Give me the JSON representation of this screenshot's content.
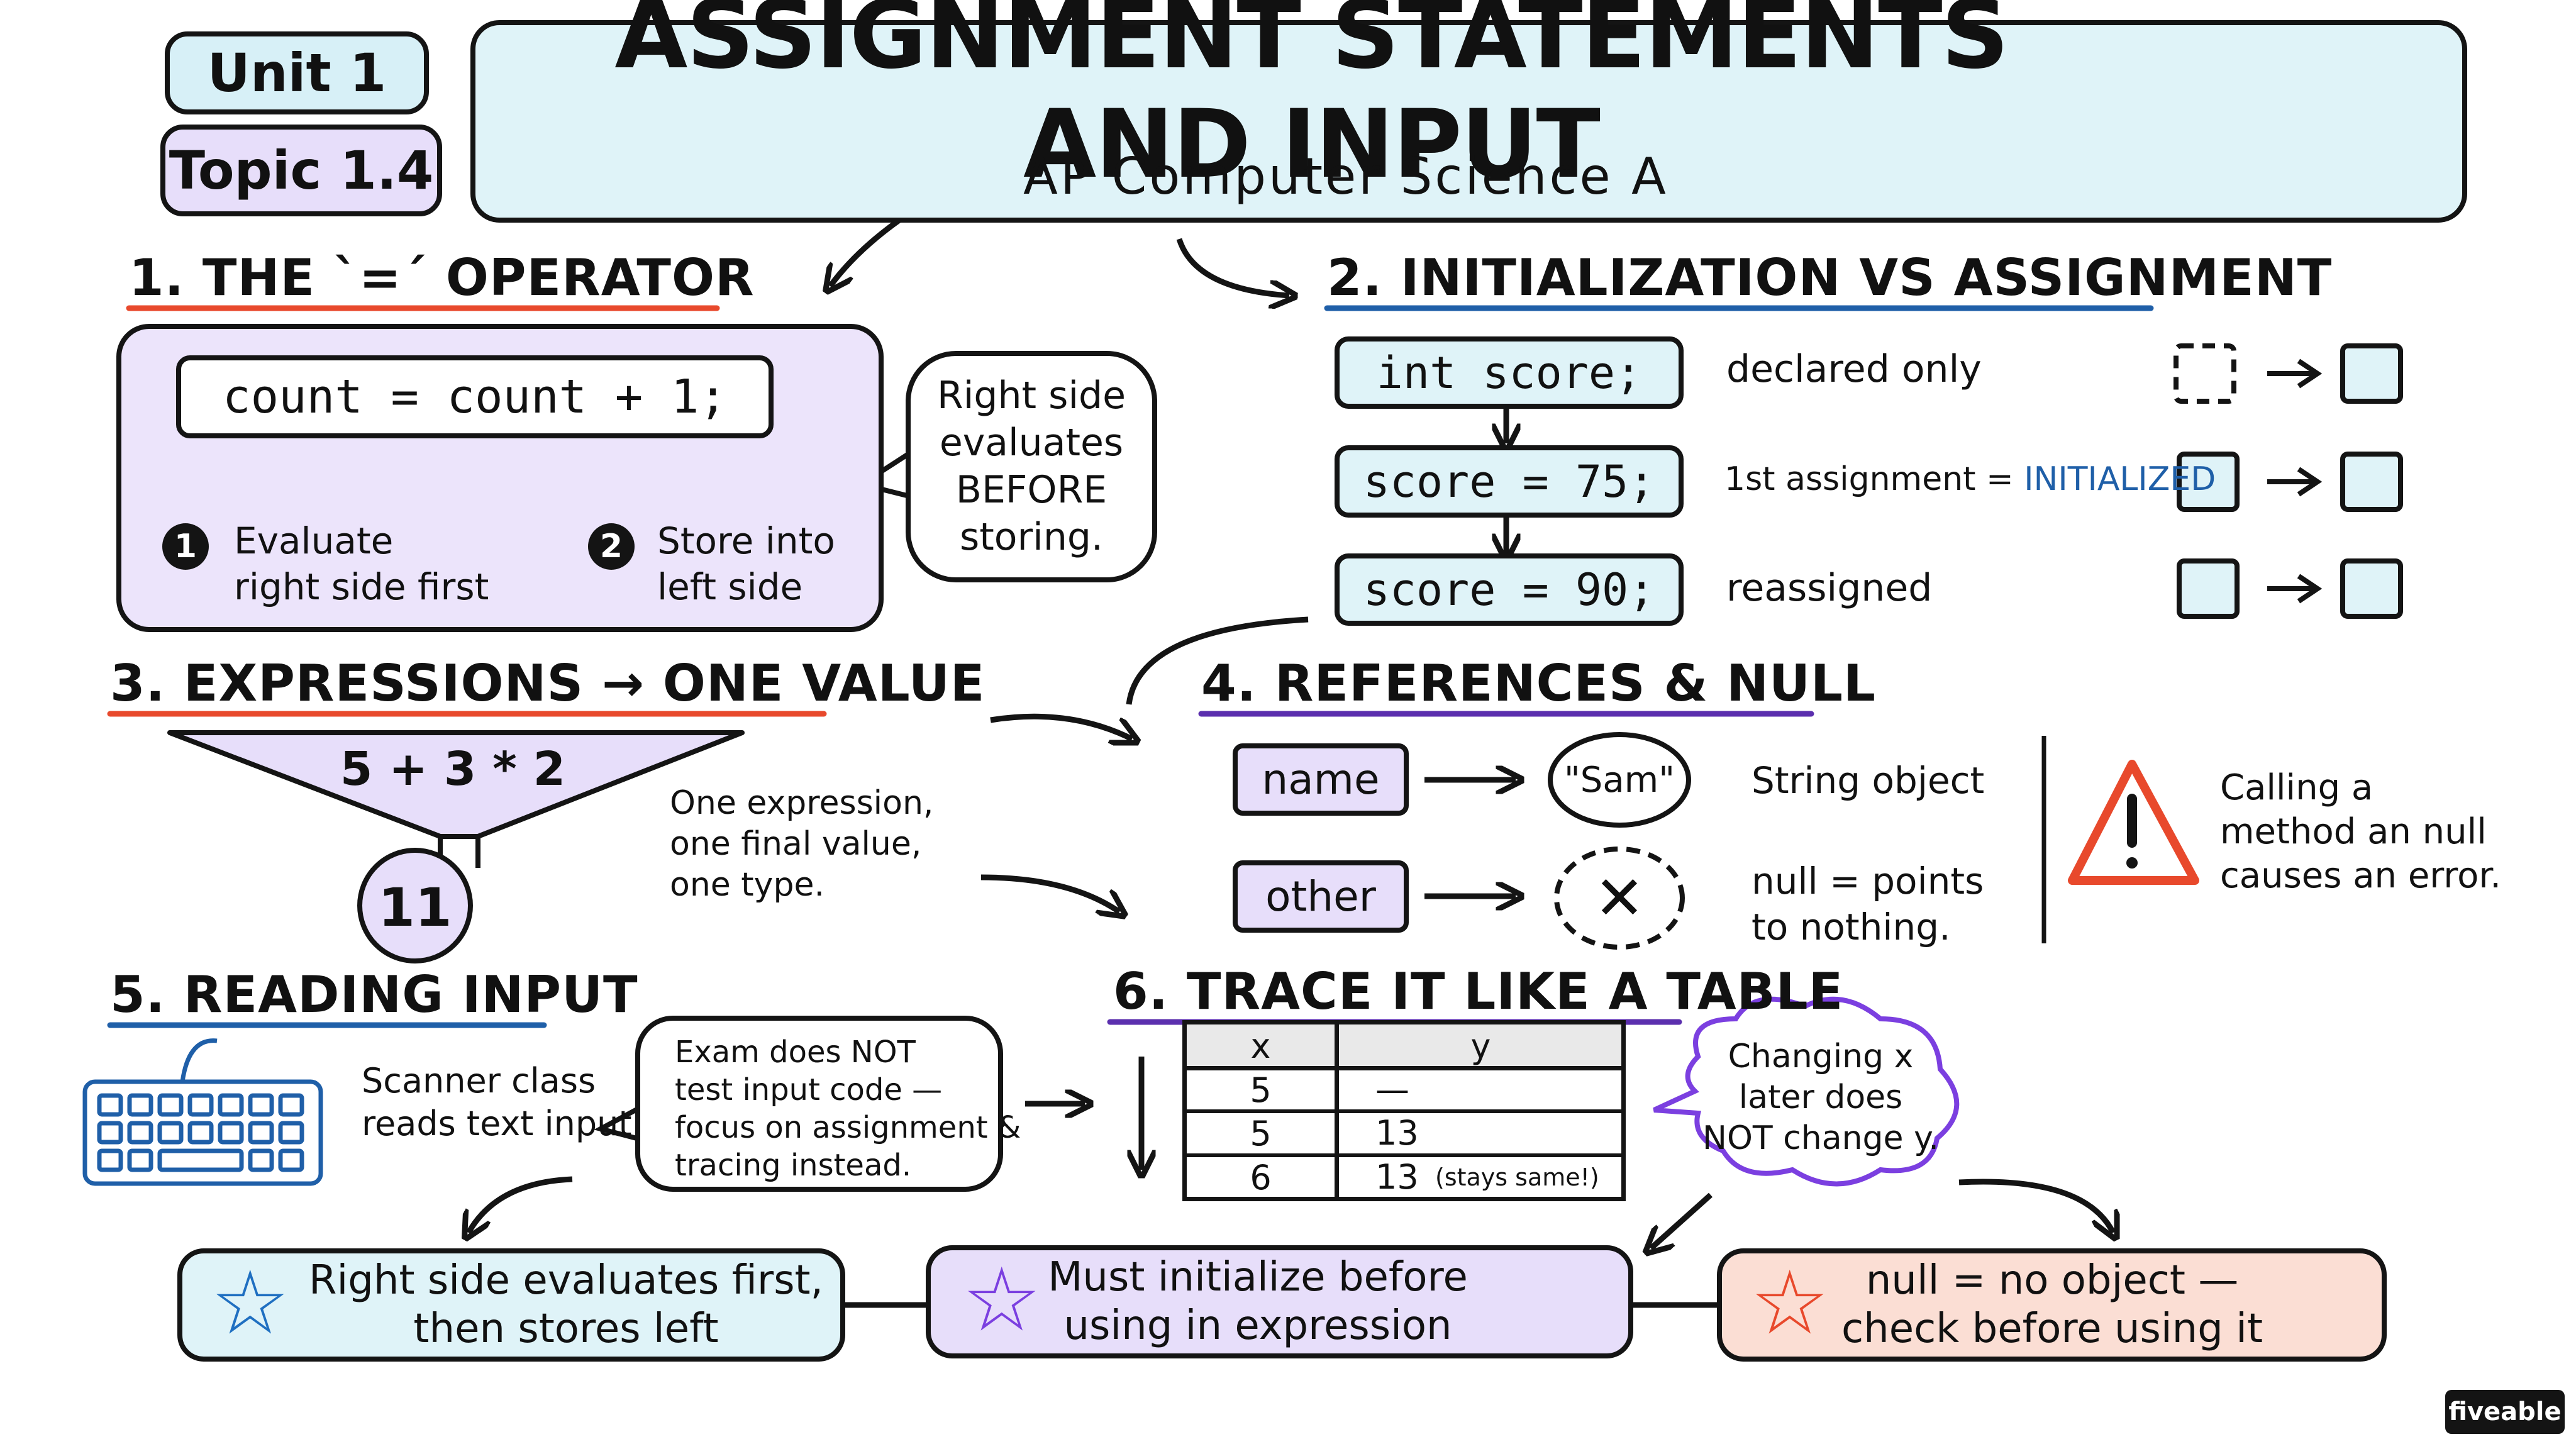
{
  "header": {
    "unit_tag": "Unit 1",
    "topic_tag": "Topic 1.4",
    "title": "ASSIGNMENT STATEMENTS AND INPUT",
    "subtitle": "AP Computer Science A",
    "icon": "input-arrow-icon"
  },
  "sections": {
    "s1": {
      "heading": "1. THE `=´ OPERATOR",
      "code": "count = count + 1;",
      "step1_number": "1",
      "step1_text": "Evaluate\nright side first",
      "step2_number": "2",
      "step2_text": "Store into\nleft side",
      "bubble": "Right side\nevaluates\nBEFORE\nstoring."
    },
    "s2": {
      "heading": "2. INITIALIZATION VS ASSIGNMENT",
      "rows": [
        {
          "code": "int score;",
          "label": "declared only",
          "label_highlight": ""
        },
        {
          "code": "score = 75;",
          "label": "1st assignment = ",
          "label_highlight": "INITIALIZED"
        },
        {
          "code": "score = 90;",
          "label": "reassigned",
          "label_highlight": ""
        }
      ],
      "transition_arrow": "→"
    },
    "s3": {
      "heading": "3. EXPRESSIONS → ONE VALUE",
      "expression": "5 + 3 * 2",
      "result": "11",
      "note": "One expression,\none final value,\none type."
    },
    "s4": {
      "heading": "4. REFERENCES & NULL",
      "refs": [
        {
          "var": "name",
          "target": "\"Sam\"",
          "desc": "String object"
        },
        {
          "var": "other",
          "target": "✕",
          "desc": "null = points\nto nothing."
        }
      ],
      "warning": "Calling a\nmethod an null\ncauses an error."
    },
    "s5": {
      "heading": "5. READING INPUT",
      "desc": "Scanner class\nreads text input",
      "bubble": "Exam does NOT\ntest input code —\nfocus on assignment &\ntracing instead."
    },
    "s6": {
      "heading": "6. TRACE IT LIKE A TABLE",
      "table": {
        "headers": [
          "x",
          "y"
        ],
        "rows": [
          [
            "5",
            "—",
            ""
          ],
          [
            "5",
            "13",
            ""
          ],
          [
            "6",
            "13",
            "(stays same!)"
          ]
        ]
      },
      "cloud": "Changing x\nlater does\nNOT change y."
    }
  },
  "summary": [
    {
      "text": "Right side evaluates first,\nthen stores left"
    },
    {
      "text": "Must initialize before\nusing in expression"
    },
    {
      "text": "null = no object —\ncheck before using it"
    }
  ],
  "brand": "fiveable",
  "colors": {
    "red": "#e8492c",
    "blue": "#1f5fa8",
    "purple": "#5b2fae",
    "light_blue": "#dff3f8",
    "light_purple": "#e7defa",
    "light_orange": "#fbded4"
  }
}
